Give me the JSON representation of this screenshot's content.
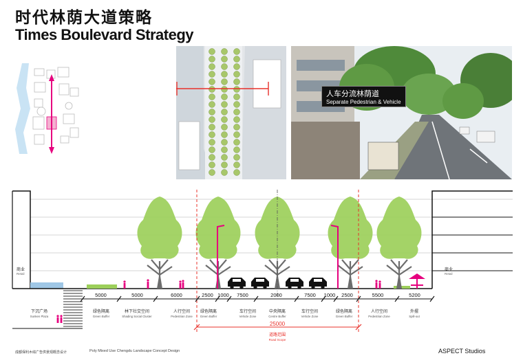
{
  "title": {
    "cn": "时代林荫大道策略",
    "en": "Times Boulevard Strategy"
  },
  "photo_label": {
    "cn": "人车分流林荫道",
    "en": "Separate Pedestrian & Vehicle"
  },
  "section": {
    "dimensions": [
      "5000",
      "5000",
      "6000",
      "2500",
      "1000",
      "7500",
      "2000",
      "7500",
      "1000",
      "2500",
      "5500",
      "5200"
    ],
    "zones": [
      {
        "cn": "下沉广场",
        "en": "Sunken Plaza"
      },
      {
        "cn": "绿色隔离",
        "en": "Green Buffer"
      },
      {
        "cn": "林下社交空间",
        "en": "Shading Social Cluster"
      },
      {
        "cn": "人行空间",
        "en": "Pedestrian Zone"
      },
      {
        "cn": "绿色隔离",
        "en": "Green Buffer"
      },
      {
        "cn": "车行空间",
        "en": "Vehicle Zone"
      },
      {
        "cn": "中央隔离",
        "en": "Centre Buffer"
      },
      {
        "cn": "车行空间",
        "en": "Vehicle Zone"
      },
      {
        "cn": "绿色隔离",
        "en": "Green Buffer"
      },
      {
        "cn": "人行空间",
        "en": "Pedestrian Zone"
      },
      {
        "cn": "外摆",
        "en": "Spill-out"
      }
    ],
    "left_building": {
      "cn": "商业",
      "en": "Retail"
    },
    "right_building": {
      "cn": "商业",
      "en": "Retail"
    },
    "road_total": "25000",
    "road_scope": {
      "cn": "道路范围",
      "en": "Road Scope"
    },
    "colors": {
      "tree": "#9ccf5a",
      "magenta": "#e6007e",
      "red": "#e8302a",
      "plaza": "#9fc7e6"
    }
  },
  "footer": {
    "left": "成都保利木综广告供景观概念设计",
    "mid": "Poly Mixed Use Chengdu  Landscape Concept Design",
    "brand": "ASPECT Studios"
  }
}
